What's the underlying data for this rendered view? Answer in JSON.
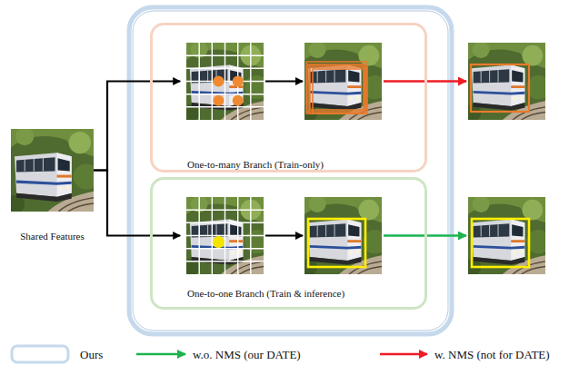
{
  "diagram": {
    "nodes": [
      {
        "text": [
          "Shared Features"
        ]
      },
      {
        "text": [
          "One-to-many Branch (Train-only)"
        ]
      },
      {
        "text": [
          "One-to-one Branch (Train & inference)"
        ]
      }
    ],
    "edges": [
      {
        "from": 0,
        "to": 1,
        "arrow": "to"
      },
      {
        "from": 0,
        "to": 2,
        "arrow": "to"
      }
    ],
    "legend": [
      {
        "text": "Ours"
      },
      {
        "text": "w.o. NMS (our DATE)"
      },
      {
        "text": "w. NMS (not for DATE)"
      }
    ]
  }
}
